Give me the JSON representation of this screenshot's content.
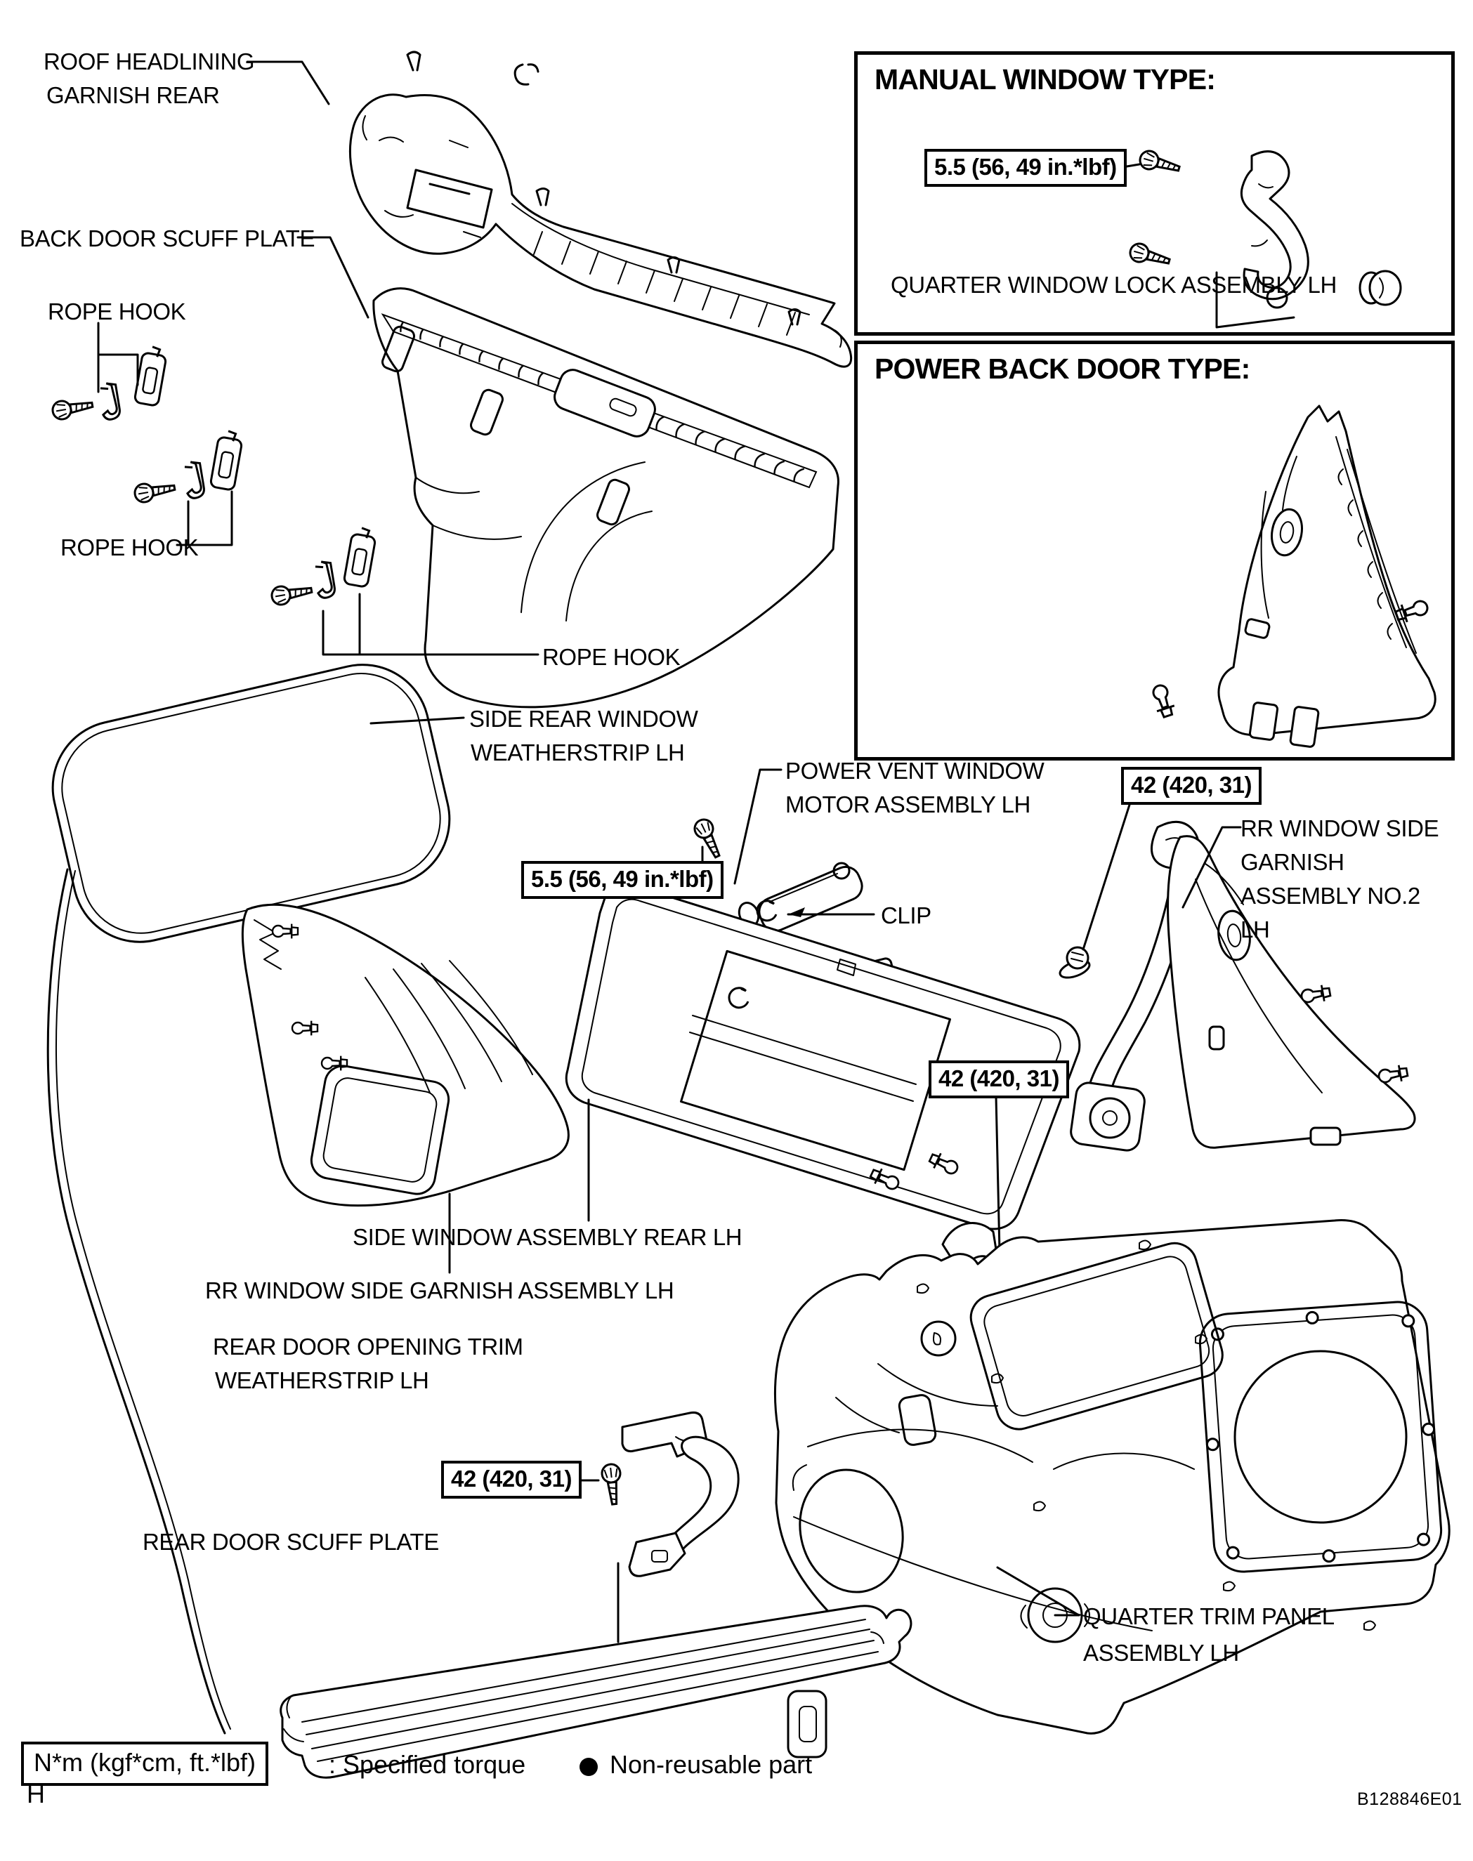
{
  "diagram": {
    "figure_code": "B128846E01",
    "page_marker": "H",
    "ink_color": "#000000",
    "paper_color": "#ffffff",
    "labels": {
      "roof_headlining_line1": "ROOF HEADLINING",
      "roof_headlining_line2": "GARNISH REAR",
      "back_door_scuff_plate": "BACK DOOR SCUFF PLATE",
      "rope_hook_1": "ROPE HOOK",
      "rope_hook_2": "ROPE HOOK",
      "rope_hook_3": "ROPE HOOK",
      "side_rear_window_line1": "SIDE REAR WINDOW",
      "side_rear_window_line2": "WEATHERSTRIP LH",
      "power_vent_line1": "POWER VENT WINDOW",
      "power_vent_line2": "MOTOR ASSEMBLY LH",
      "clip": "CLIP",
      "rr_garnish_no2_line1": "RR WINDOW SIDE",
      "rr_garnish_no2_line2": "GARNISH",
      "rr_garnish_no2_line3": "ASSEMBLY NO.2",
      "rr_garnish_no2_line4": "LH",
      "side_window_assembly": "SIDE WINDOW ASSEMBLY REAR LH",
      "rr_garnish_lh": "RR WINDOW SIDE GARNISH ASSEMBLY LH",
      "rear_door_opening_line1": "REAR DOOR OPENING TRIM",
      "rear_door_opening_line2": "WEATHERSTRIP LH",
      "rear_door_scuff_plate": "REAR DOOR SCUFF PLATE",
      "quarter_trim_line1": "QUARTER TRIM PANEL",
      "quarter_trim_line2": "ASSEMBLY LH",
      "quarter_window_lock": "QUARTER WINDOW LOCK ASSEMBLY LH"
    },
    "sections": {
      "manual_window": "MANUAL WINDOW TYPE:",
      "power_back_door": "POWER BACK DOOR TYPE:"
    },
    "torques": {
      "manual_lock": "5.5 (56, 49 in.*lbf)",
      "vent_motor": "5.5 (56, 49 in.*lbf)",
      "belt_upper": "42 (420, 31)",
      "belt_lower": "42 (420, 31)",
      "scuff_bracket": "42 (420, 31)"
    },
    "legend": {
      "torque_box": "N*m (kgf*cm, ft.*lbf)",
      "torque_desc": ": Specified torque",
      "nonreusable_symbol": "●",
      "nonreusable_desc": "Non-reusable part"
    }
  }
}
